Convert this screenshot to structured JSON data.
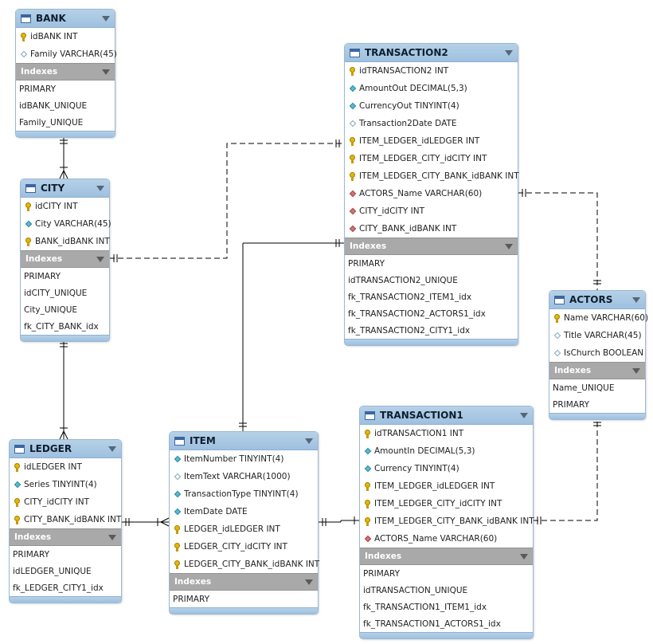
{
  "tables": {
    "bank": {
      "name": "BANK",
      "columns": [
        {
          "text": "idBANK INT",
          "icon": "pk"
        },
        {
          "text": "Family VARCHAR(45)",
          "icon": "cl"
        }
      ],
      "indexes_label": "Indexes",
      "indexes": [
        "PRIMARY",
        "idBANK_UNIQUE",
        "Family_UNIQUE"
      ]
    },
    "city": {
      "name": "CITY",
      "columns": [
        {
          "text": "idCITY INT",
          "icon": "pk"
        },
        {
          "text": "City VARCHAR(45)",
          "icon": "nn"
        },
        {
          "text": "BANK_idBANK INT",
          "icon": "pk"
        }
      ],
      "indexes_label": "Indexes",
      "indexes": [
        "PRIMARY",
        "idCITY_UNIQUE",
        "City_UNIQUE",
        "fk_CITY_BANK_idx"
      ]
    },
    "ledger": {
      "name": "LEDGER",
      "columns": [
        {
          "text": "idLEDGER INT",
          "icon": "pk"
        },
        {
          "text": "Series TINYINT(4)",
          "icon": "nn"
        },
        {
          "text": "CITY_idCITY INT",
          "icon": "pk"
        },
        {
          "text": "CITY_BANK_idBANK INT",
          "icon": "pk"
        }
      ],
      "indexes_label": "Indexes",
      "indexes": [
        "PRIMARY",
        "idLEDGER_UNIQUE",
        "fk_LEDGER_CITY1_idx"
      ]
    },
    "item": {
      "name": "ITEM",
      "columns": [
        {
          "text": "ItemNumber TINYINT(4)",
          "icon": "nn"
        },
        {
          "text": "ItemText VARCHAR(1000)",
          "icon": "cl"
        },
        {
          "text": "TransactionType TINYINT(4)",
          "icon": "nn"
        },
        {
          "text": "ItemDate DATE",
          "icon": "nn"
        },
        {
          "text": "LEDGER_idLEDGER INT",
          "icon": "pk"
        },
        {
          "text": "LEDGER_CITY_idCITY INT",
          "icon": "pk"
        },
        {
          "text": "LEDGER_CITY_BANK_idBANK INT",
          "icon": "pk"
        }
      ],
      "indexes_label": "Indexes",
      "indexes": [
        "PRIMARY"
      ]
    },
    "transaction2": {
      "name": "TRANSACTION2",
      "columns": [
        {
          "text": "idTRANSACTION2 INT",
          "icon": "pk"
        },
        {
          "text": "AmountOut DECIMAL(5,3)",
          "icon": "nn"
        },
        {
          "text": "CurrencyOut TINYINT(4)",
          "icon": "nn"
        },
        {
          "text": "Transaction2Date DATE",
          "icon": "cl"
        },
        {
          "text": "ITEM_LEDGER_idLEDGER INT",
          "icon": "pk"
        },
        {
          "text": "ITEM_LEDGER_CITY_idCITY INT",
          "icon": "pk"
        },
        {
          "text": "ITEM_LEDGER_CITY_BANK_idBANK INT",
          "icon": "pk"
        },
        {
          "text": "ACTORS_Name VARCHAR(60)",
          "icon": "fk"
        },
        {
          "text": "CITY_idCITY INT",
          "icon": "fk"
        },
        {
          "text": "CITY_BANK_idBANK INT",
          "icon": "fk"
        }
      ],
      "indexes_label": "Indexes",
      "indexes": [
        "PRIMARY",
        "idTRANSACTION2_UNIQUE",
        "fk_TRANSACTION2_ITEM1_idx",
        "fk_TRANSACTION2_ACTORS1_idx",
        "fk_TRANSACTION2_CITY1_idx"
      ]
    },
    "actors": {
      "name": "ACTORS",
      "columns": [
        {
          "text": "Name VARCHAR(60)",
          "icon": "pk"
        },
        {
          "text": "Title VARCHAR(45)",
          "icon": "cl"
        },
        {
          "text": "IsChurch BOOLEAN",
          "icon": "cl"
        }
      ],
      "indexes_label": "Indexes",
      "indexes": [
        "Name_UNIQUE",
        "PRIMARY"
      ]
    },
    "transaction1": {
      "name": "TRANSACTION1",
      "columns": [
        {
          "text": "idTRANSACTION1 INT",
          "icon": "pk"
        },
        {
          "text": "AmountIn DECIMAL(5,3)",
          "icon": "nn"
        },
        {
          "text": "Currency TINYINT(4)",
          "icon": "nn"
        },
        {
          "text": "ITEM_LEDGER_idLEDGER INT",
          "icon": "pk"
        },
        {
          "text": "ITEM_LEDGER_CITY_idCITY INT",
          "icon": "pk"
        },
        {
          "text": "ITEM_LEDGER_CITY_BANK_idBANK INT",
          "icon": "pk"
        },
        {
          "text": "ACTORS_Name VARCHAR(60)",
          "icon": "fk"
        }
      ],
      "indexes_label": "Indexes",
      "indexes": [
        "PRIMARY",
        "idTRANSACTION_UNIQUE",
        "fk_TRANSACTION1_ITEM1_idx",
        "fk_TRANSACTION1_ACTORS1_idx"
      ]
    }
  },
  "colors": {
    "header": "#9ec0df",
    "section": "#a9a9a9",
    "line": "#000000"
  }
}
